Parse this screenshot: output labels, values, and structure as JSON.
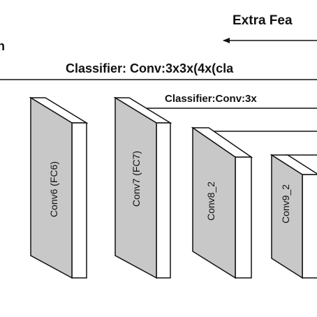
{
  "header": {
    "extra_label": "Extra Fea",
    "left_fragment": "n",
    "classifier_main": "Classifier: Conv:3x3x(4x(cla",
    "classifier_sub": "Classifier:Conv:3x"
  },
  "layers": [
    {
      "label": "Conv6 (FC6)"
    },
    {
      "label": "Conv7 (FC7)"
    },
    {
      "label": "Conv8_2"
    },
    {
      "label": "Conv9_2"
    }
  ],
  "colors": {
    "front_face": "#c8c8c8",
    "side_face": "#ffffff",
    "top_face": "#ffffff",
    "stroke": "#111111"
  }
}
